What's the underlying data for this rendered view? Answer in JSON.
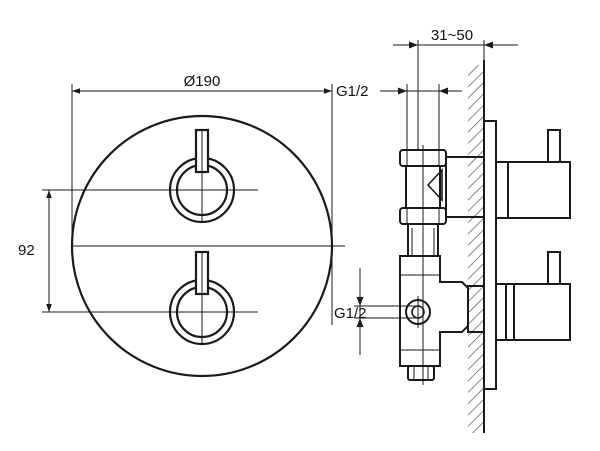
{
  "colors": {
    "line": "#1a1a1a",
    "background": "#ffffff",
    "wall_hatch": "#555555"
  },
  "dimensions": {
    "diameter": "Ø190",
    "spacing": "92",
    "depth": "31~50",
    "inlet_top": "G1/2",
    "inlet_bottom": "G1/2"
  }
}
